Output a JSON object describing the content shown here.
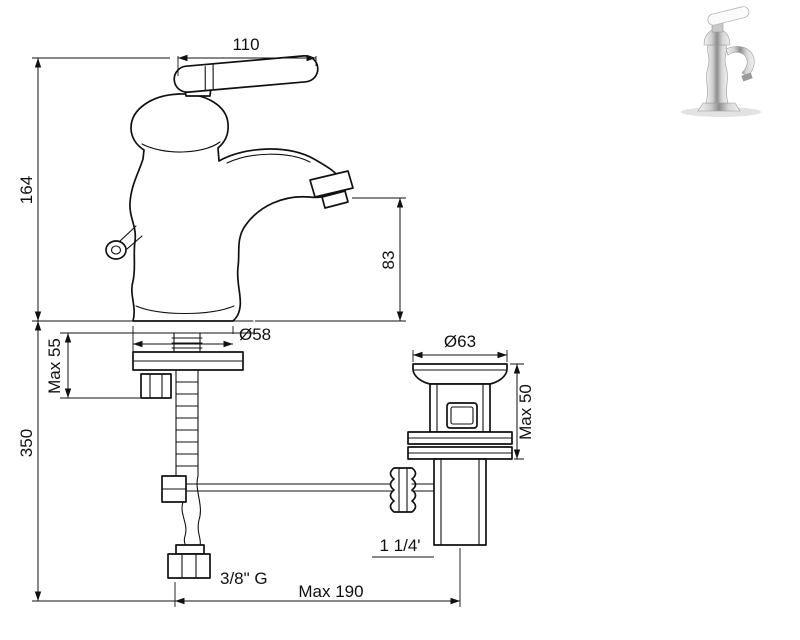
{
  "page": {
    "background": "#ffffff"
  },
  "drawing": {
    "title": "Basin mixer with pop-up waste — dimensional drawing",
    "line_color": "#111111",
    "dimensions": {
      "handle_length": "110",
      "total_height": "164",
      "spout_height": "83",
      "base_diameter": "Ø58",
      "max_deck_thickness": "Max 55",
      "below_deck_length": "350",
      "waste_flange_diameter": "Ø63",
      "waste_body_height": "Max 50",
      "waste_thread": "1 1/4'",
      "supply_thread": "3/8\" G",
      "max_projection": "Max 190"
    }
  },
  "product_photo": {
    "alt": "chrome single-lever basin faucet"
  }
}
